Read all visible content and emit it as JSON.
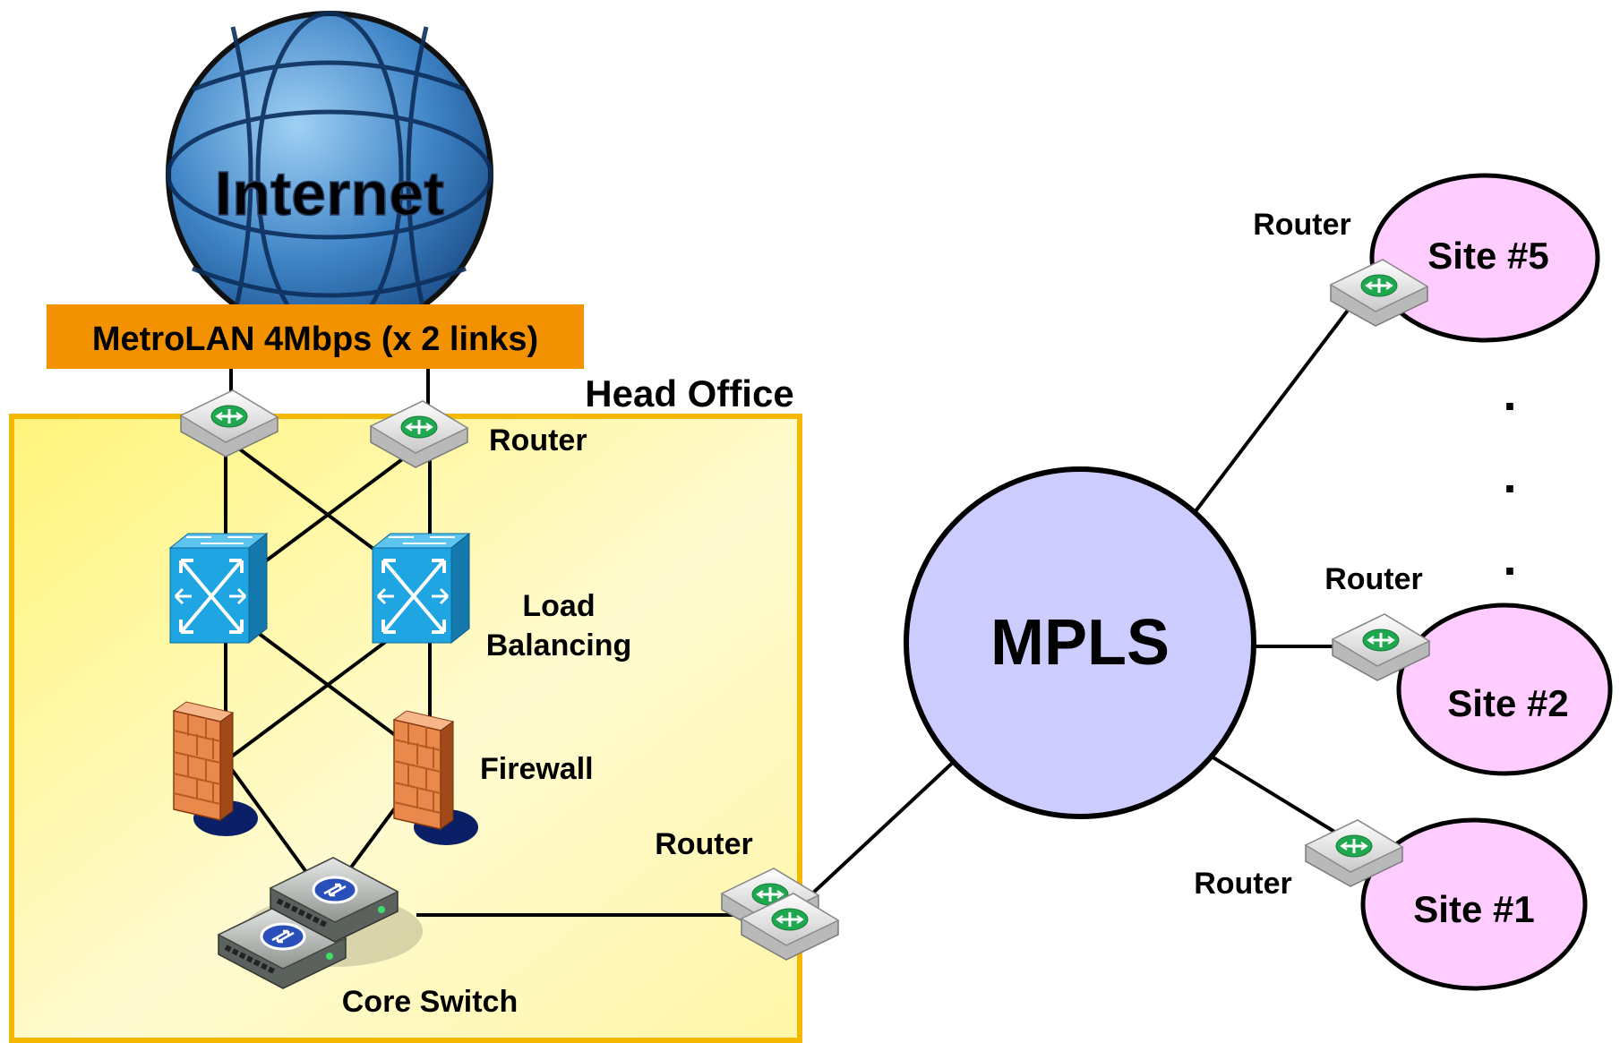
{
  "internet": {
    "label": "Internet"
  },
  "metrolan": {
    "label": "MetroLAN 4Mbps (x 2 links)"
  },
  "head_office": {
    "title": "Head Office",
    "router_label": "Router",
    "load_balancing_line1": "Load",
    "load_balancing_line2": "Balancing",
    "firewall_label": "Firewall",
    "core_switch_label": "Core Switch",
    "edge_router_label": "Router"
  },
  "mpls": {
    "label": "MPLS"
  },
  "sites": [
    {
      "label": "Site #5",
      "router_label": "Router"
    },
    {
      "label": "Site #2",
      "router_label": "Router"
    },
    {
      "label": "Site #1",
      "router_label": "Router"
    }
  ],
  "ellipsis": ".",
  "colors": {
    "head_office_fill": "#fff8b0",
    "head_office_border": "#f5b800",
    "metrolan_bar": "#f39200",
    "mpls_fill": "#ccccff",
    "site_fill": "#ffccff",
    "globe": "#3a78b8",
    "switch": "#1f9fd8",
    "firewall": "#e8843c",
    "router_led": "#1fa84f"
  },
  "icons": {
    "globe": "globe-icon",
    "router": "router-icon",
    "load_balancer": "load-balancer-icon",
    "firewall": "firewall-icon",
    "core_switch": "core-switch-icon"
  }
}
